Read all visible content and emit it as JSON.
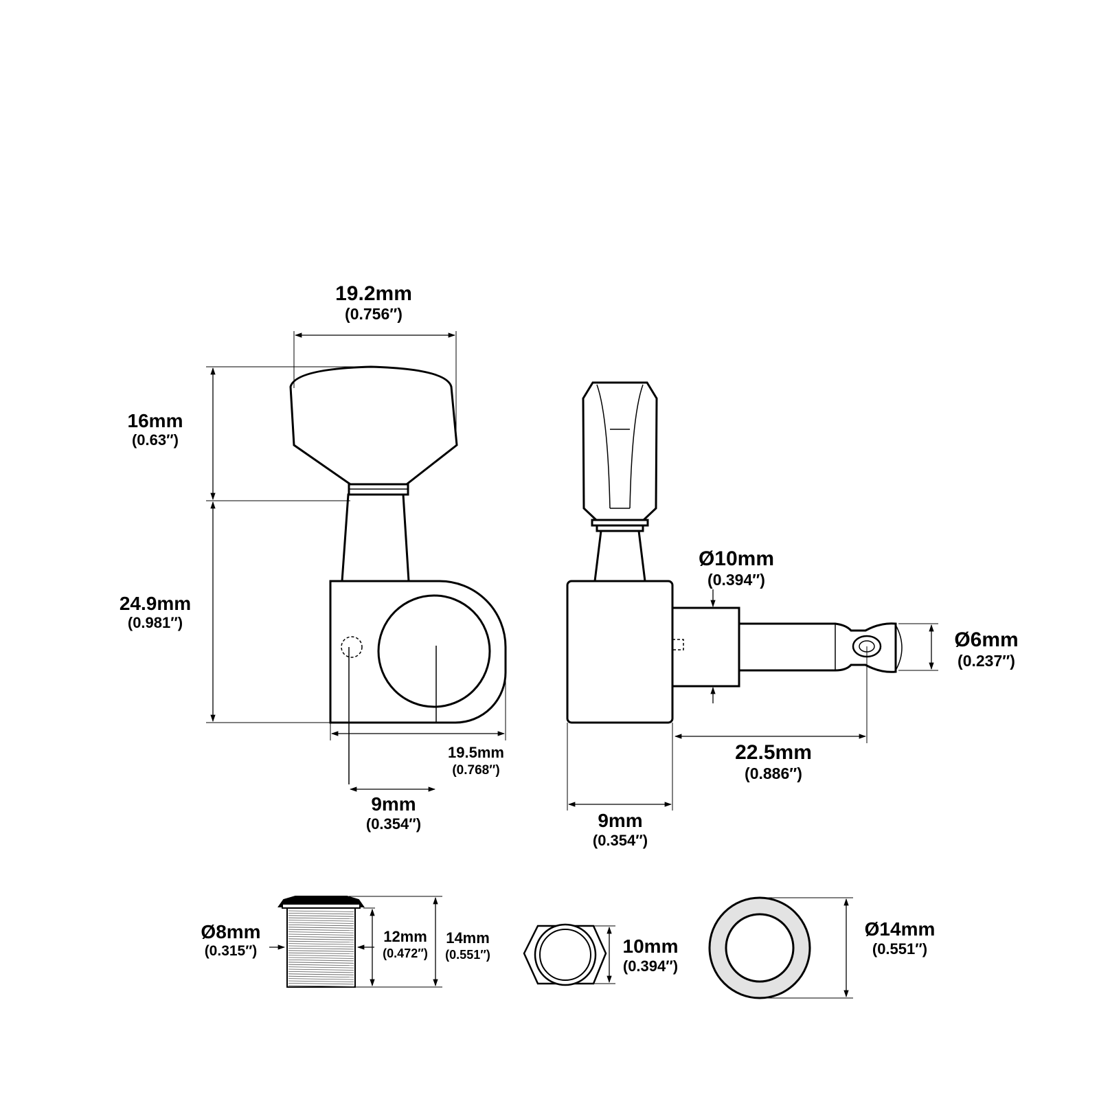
{
  "colors": {
    "line": "#000000",
    "part_fill": "#ffffff",
    "washer_fill": "#e3e3e3"
  },
  "dimensions": {
    "button_width": {
      "mm": "19.2mm",
      "inch": "(0.756″)"
    },
    "button_height": {
      "mm": "16mm",
      "inch": "(0.63″)"
    },
    "body_height": {
      "mm": "24.9mm",
      "inch": "(0.981″)"
    },
    "body_width": {
      "mm": "19.5mm",
      "inch": "(0.768″)"
    },
    "post_offset": {
      "mm": "9mm",
      "inch": "(0.354″)"
    },
    "side_depth": {
      "mm": "9mm",
      "inch": "(0.354″)"
    },
    "bushing_post_dia": {
      "mm": "Ø10mm",
      "inch": "(0.394″)"
    },
    "post_dia": {
      "mm": "Ø6mm",
      "inch": "(0.237″)"
    },
    "post_length": {
      "mm": "22.5mm",
      "inch": "(0.886″)"
    },
    "bushing_dia": {
      "mm": "Ø8mm",
      "inch": "(0.315″)"
    },
    "bushing_thread_len": {
      "mm": "12mm",
      "inch": "(0.472″)"
    },
    "bushing_total_len": {
      "mm": "14mm",
      "inch": "(0.551″)"
    },
    "hex_nut": {
      "mm": "10mm",
      "inch": "(0.394″)"
    },
    "washer_dia": {
      "mm": "Ø14mm",
      "inch": "(0.551″)"
    }
  }
}
